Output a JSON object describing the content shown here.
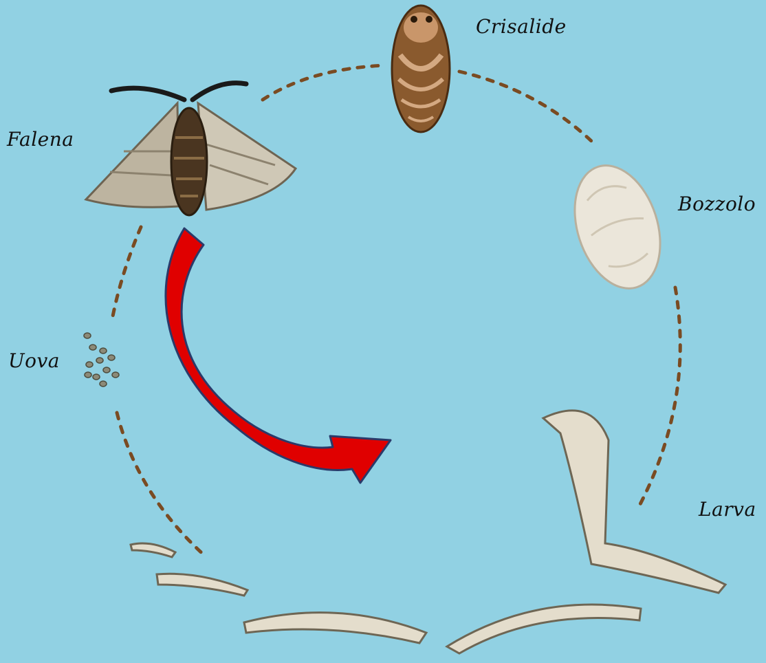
{
  "stages": {
    "crisalide": "Crisalide",
    "falena": "Falena",
    "bozzolo": "Bozzolo",
    "uova": "Uova",
    "larva": "Larva"
  },
  "colors": {
    "background": "#91d1e3",
    "dots": "#7a4b22",
    "arrow_fill": "#e00000",
    "arrow_stroke": "#2a3a6a"
  },
  "icons": {
    "moth": "moth-illustration",
    "chrysalis": "chrysalis-illustration",
    "cocoon": "cocoon-illustration",
    "eggs": "eggs-illustration",
    "larvae": "larva-illustration"
  }
}
